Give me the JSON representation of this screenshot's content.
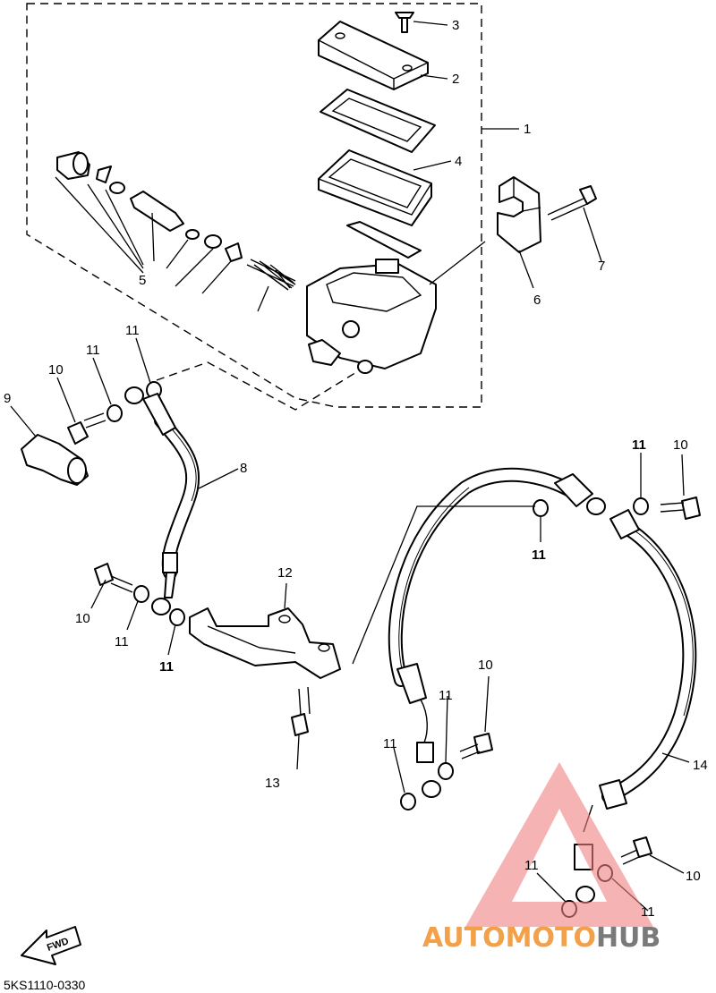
{
  "diagram": {
    "figure_code": "5KS1110-0330",
    "fwd_label": "FWD",
    "watermark": {
      "part1": "AUTOMOTO",
      "part2": "HUB"
    },
    "callouts": [
      "1",
      "2",
      "3",
      "4",
      "5",
      "6",
      "7",
      "8",
      "9",
      "10",
      "11",
      "12",
      "13",
      "14"
    ],
    "colors": {
      "line": "#000000",
      "watermark_triangle": "#f08080",
      "watermark_orange": "#f2a14a",
      "watermark_gray": "#7a7a7a"
    }
  }
}
